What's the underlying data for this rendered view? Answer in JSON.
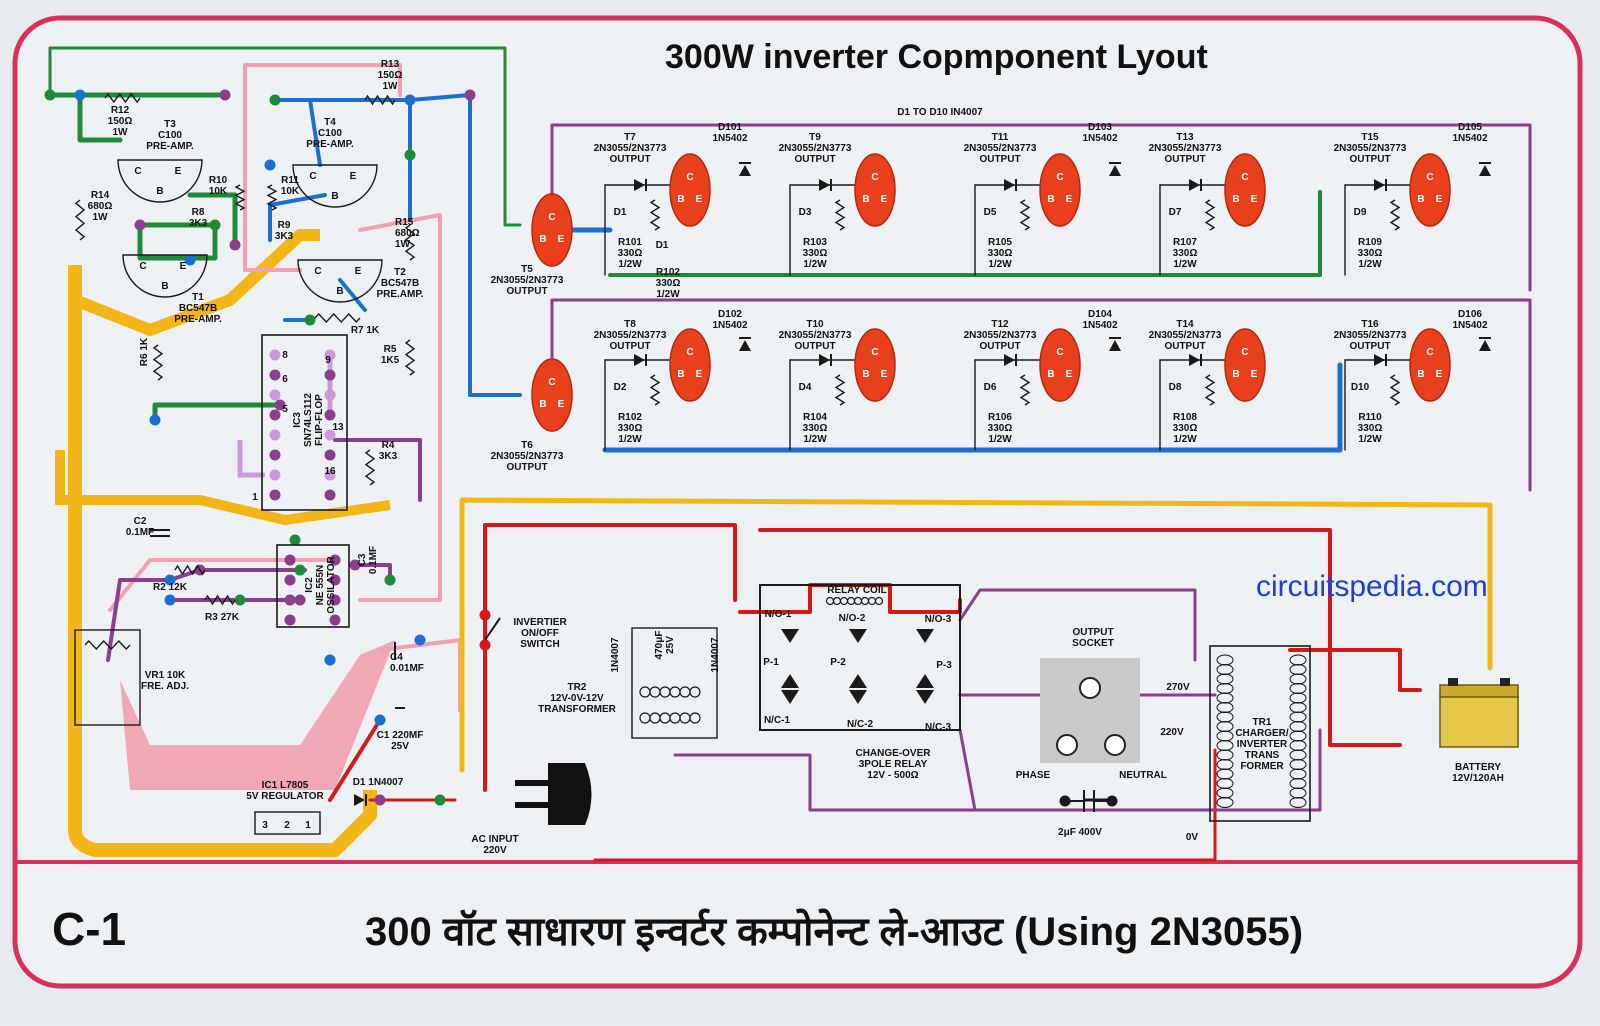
{
  "title": "300W inverter Copmponent Lyout",
  "footer": {
    "code": "C-1",
    "hindi_title": "300 वॉट साधारण इन्वर्टर कम्पोनेन्ट ले-आउट (Using 2N3055)"
  },
  "watermark": "circuitspedia.com",
  "colors": {
    "border": "#d9305a",
    "yellow": "#f2b619",
    "pink": "#f0a0b0",
    "green": "#1f8a3c",
    "blue": "#1c6fd0",
    "red": "#d81818",
    "purple": "#8a3f8a",
    "lilac": "#c89ad8",
    "black": "#1a1a1a",
    "transistor": "#e8401c"
  },
  "labels": {
    "d1_to_d10": "D1 TO D10 IN4007",
    "r12": [
      "R12",
      "150Ω",
      "1W"
    ],
    "r13": [
      "R13",
      "150Ω",
      "1W"
    ],
    "r14": [
      "R14",
      "680Ω",
      "1W"
    ],
    "r15": [
      "R15",
      "680Ω",
      "1W"
    ],
    "t3": [
      "T3",
      "C100",
      "PRE-AMP."
    ],
    "t4": [
      "T4",
      "C100",
      "PRE-AMP."
    ],
    "t1": [
      "T1",
      "BC547B",
      "PRE-AMP."
    ],
    "t2": [
      "T2",
      "BC547B",
      "PRE.AMP."
    ],
    "r10": [
      "R10",
      "10K"
    ],
    "r11": [
      "R11",
      "10K"
    ],
    "r8": [
      "R8",
      "3K3"
    ],
    "r9": [
      "R9",
      "3K3"
    ],
    "r6": "R6 1K",
    "r7": "R7 1K",
    "r5": [
      "R5",
      "1K5"
    ],
    "r4": [
      "R4",
      "3K3"
    ],
    "ic3": [
      "IC3",
      "SN74LS112",
      "FLIP-FLOP"
    ],
    "c2": [
      "C2",
      "0.1MF"
    ],
    "c3": [
      "C3",
      "0.1MF"
    ],
    "c4": [
      "C4",
      "0.01MF"
    ],
    "c1": [
      "C1 220MF",
      "25V"
    ],
    "r2": "R2 12K",
    "r3": "R3 27K",
    "ic2": [
      "IC2",
      "NE 555N",
      "OSSILATOR"
    ],
    "vr1": [
      "VR1 10K",
      "FRE. ADJ."
    ],
    "ic1": [
      "IC1 L7805",
      "5V REGULATOR"
    ],
    "d1_in": "D1 1N4007",
    "t5": [
      "T5",
      "2N3055/2N3773",
      "OUTPUT"
    ],
    "t6": [
      "T6",
      "2N3055/2N3773",
      "OUTPUT"
    ],
    "r102_top": [
      "R102",
      "330Ω",
      "1/2W"
    ],
    "switch": [
      "INVERTIER",
      "ON/OFF",
      "SWITCH"
    ],
    "tr2": [
      "TR2",
      "12V-0V-12V",
      "TRANSFORMER"
    ],
    "d_left": "1N4007",
    "d_right": "1N4007",
    "cap470": [
      "470μF",
      "25V"
    ],
    "ac_input": [
      "AC INPUT",
      "220V"
    ],
    "relay_coil": "RELAY COIL",
    "no1": "N/O-1",
    "no2": "N/O-2",
    "no3": "N/O-3",
    "p1": "P-1",
    "p2": "P-2",
    "p3": "P-3",
    "nc1": "N/C-1",
    "nc2": "N/C-2",
    "nc3": "N/C-3",
    "relay": [
      "CHANGE-OVER",
      "3POLE RELAY",
      "12V - 500Ω"
    ],
    "output_socket": [
      "OUTPUT",
      "SOCKET"
    ],
    "phase": "PHASE",
    "neutral": "NEUTRAL",
    "cap2uf": "2μF 400V",
    "v270": "270V",
    "v220": "220V",
    "v0": "0V",
    "tr1": [
      "TR1",
      "CHARGER/",
      "INVERTER",
      "TRANS",
      "FORMER"
    ],
    "battery": [
      "BATTERY",
      "12V/120AH"
    ],
    "pins": {
      "ic3": [
        "8",
        "9",
        "6",
        "5",
        "13",
        "16",
        "1"
      ],
      "ic1": [
        "3",
        "2",
        "1"
      ],
      "tr_ce": [
        "C",
        "E",
        "B"
      ]
    },
    "row1": [
      {
        "t": [
          "T7",
          "2N3055/2N3773",
          "OUTPUT"
        ],
        "d": [
          "D101",
          "1N5402"
        ],
        "diode": "D1",
        "r": [
          "R101",
          "330Ω",
          "1/2W"
        ],
        "extra": "D1"
      },
      {
        "t": [
          "T9",
          "2N3055/2N3773",
          "OUTPUT"
        ],
        "d": null,
        "diode": "D3",
        "r": [
          "R103",
          "330Ω",
          "1/2W"
        ]
      },
      {
        "t": [
          "T11",
          "2N3055/2N3773",
          "OUTPUT"
        ],
        "d": [
          "D103",
          "1N5402"
        ],
        "diode": "D5",
        "r": [
          "R105",
          "330Ω",
          "1/2W"
        ]
      },
      {
        "t": [
          "T13",
          "2N3055/2N3773",
          "OUTPUT"
        ],
        "d": null,
        "diode": "D7",
        "r": [
          "R107",
          "330Ω",
          "1/2W"
        ]
      },
      {
        "t": [
          "T15",
          "2N3055/2N3773",
          "OUTPUT"
        ],
        "d": [
          "D105",
          "1N5402"
        ],
        "diode": "D9",
        "r": [
          "R109",
          "330Ω",
          "1/2W"
        ]
      }
    ],
    "row2": [
      {
        "t": [
          "T8",
          "2N3055/2N3773",
          "OUTPUT"
        ],
        "d": [
          "D102",
          "1N5402"
        ],
        "diode": "D2",
        "r": [
          "R102",
          "330Ω",
          "1/2W"
        ]
      },
      {
        "t": [
          "T10",
          "2N3055/2N3773",
          "OUTPUT"
        ],
        "d": null,
        "diode": "D4",
        "r": [
          "R104",
          "330Ω",
          "1/2W"
        ]
      },
      {
        "t": [
          "T12",
          "2N3055/2N3773",
          "OUTPUT"
        ],
        "d": [
          "D104",
          "1N5402"
        ],
        "diode": "D6",
        "r": [
          "R106",
          "330Ω",
          "1/2W"
        ]
      },
      {
        "t": [
          "T14",
          "2N3055/2N3773",
          "OUTPUT"
        ],
        "d": null,
        "diode": "D8",
        "r": [
          "R108",
          "330Ω",
          "1/2W"
        ]
      },
      {
        "t": [
          "T16",
          "2N3055/2N3773",
          "OUTPUT"
        ],
        "d": [
          "D106",
          "1N5402"
        ],
        "diode": "D10",
        "r": [
          "R110",
          "330Ω",
          "1/2W"
        ]
      }
    ]
  }
}
